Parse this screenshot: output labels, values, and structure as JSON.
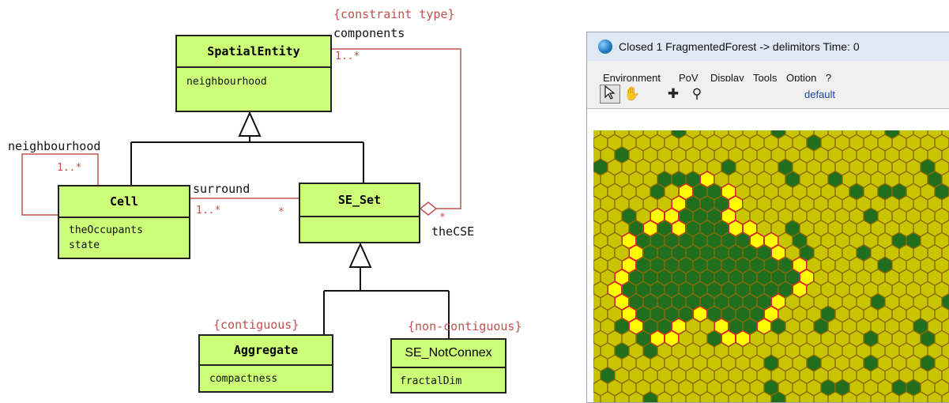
{
  "diagram": {
    "classes": {
      "spatial_entity": {
        "name": "SpatialEntity",
        "attributes": [
          "neighbourhood"
        ]
      },
      "cell": {
        "name": "Cell",
        "attributes": [
          "theOccupants",
          "state"
        ]
      },
      "se_set": {
        "name": "SE_Set",
        "attributes": []
      },
      "aggregate": {
        "name": "Aggregate",
        "attributes": [
          "compactness"
        ]
      },
      "se_notconnex": {
        "name": "SE_NotConnex",
        "attributes": [
          "fractalDim"
        ]
      }
    },
    "labels": {
      "constraint_type": "{constraint type}",
      "components": "components",
      "components_mult": "1..*",
      "neighbourhood_role": "neighbourhood",
      "neighbourhood_mult": "1..*",
      "surround": "surround",
      "surround_mult": "1..*",
      "surround_star": "*",
      "the_cse": "theCSE",
      "the_cse_star": "*",
      "contiguous": "{contiguous}",
      "non_contiguous": "{non-contiguous}"
    },
    "colors": {
      "class_fill": "#ccff77",
      "association_line": "#c0504d",
      "constraint_text": "#c0504d"
    }
  },
  "app_window": {
    "title": "Closed 1  FragmentedForest -> delimitors  Time: 0",
    "menu": [
      "Environment",
      "PoV",
      "Display",
      "Tools",
      "Option",
      "?"
    ],
    "toolbar": {
      "tools": [
        "select-arrow-icon",
        "hand-pan-icon",
        "move-cross-icon",
        "magnifier-icon"
      ],
      "view_name": "default"
    },
    "grid_colors": {
      "background": "#c8c400",
      "grid_line": "#8a6a08",
      "forest": "#1f6f1f",
      "delimiter": "#ffff00",
      "boundary": "#d7252b"
    }
  }
}
